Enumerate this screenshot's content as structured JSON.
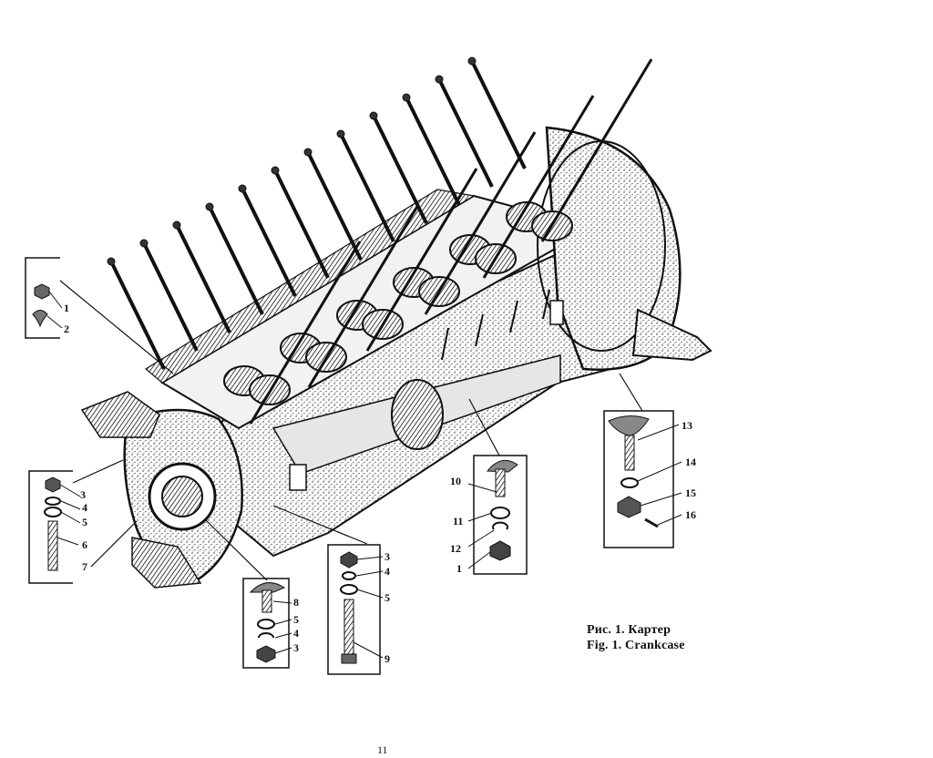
{
  "caption": {
    "ru": "Рис. 1. Картер",
    "en": "Fig. 1. Crankcase"
  },
  "page_number": "11",
  "callouts": {
    "box_a": [
      "1",
      "2"
    ],
    "box_b": [
      "3",
      "4",
      "5",
      "6"
    ],
    "label_7": "7",
    "box_c": [
      "8",
      "5",
      "4",
      "3"
    ],
    "box_d": [
      "3",
      "4",
      "5",
      "9"
    ],
    "box_e": [
      "10",
      "11",
      "12",
      "1"
    ],
    "box_f": [
      "13",
      "14",
      "15",
      "16"
    ]
  }
}
